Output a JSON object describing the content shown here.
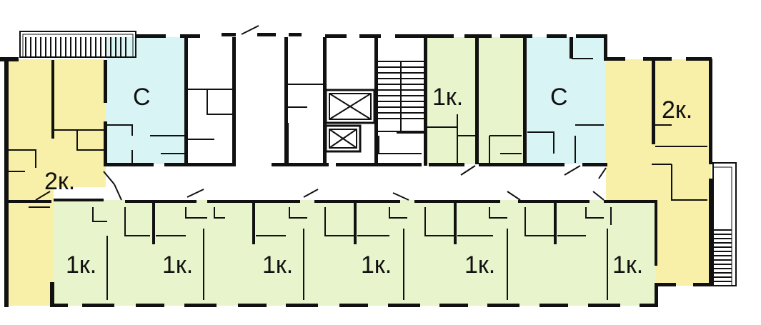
{
  "colors": {
    "two_room": "#f8f0a8",
    "one_room": "#e8f5cc",
    "studio": "#d9f4f5",
    "corridor": "#ffffff",
    "wall": "#111111"
  },
  "apartments": [
    {
      "id": "studio-left",
      "label": "С",
      "type": "studio"
    },
    {
      "id": "studio-right",
      "label": "С",
      "type": "studio"
    },
    {
      "id": "2k-left",
      "label": "2к.",
      "type": "two_room"
    },
    {
      "id": "2k-right",
      "label": "2к.",
      "type": "two_room"
    },
    {
      "id": "1k-top",
      "label": "1к.",
      "type": "one_room"
    },
    {
      "id": "1k-bottom-1",
      "label": "1к.",
      "type": "one_room"
    },
    {
      "id": "1k-bottom-2",
      "label": "1к.",
      "type": "one_room"
    },
    {
      "id": "1k-bottom-3",
      "label": "1к.",
      "type": "one_room"
    },
    {
      "id": "1k-bottom-4",
      "label": "1к.",
      "type": "one_room"
    },
    {
      "id": "1k-bottom-5",
      "label": "1к.",
      "type": "one_room"
    },
    {
      "id": "1k-bottom-6",
      "label": "1к.",
      "type": "one_room"
    }
  ]
}
